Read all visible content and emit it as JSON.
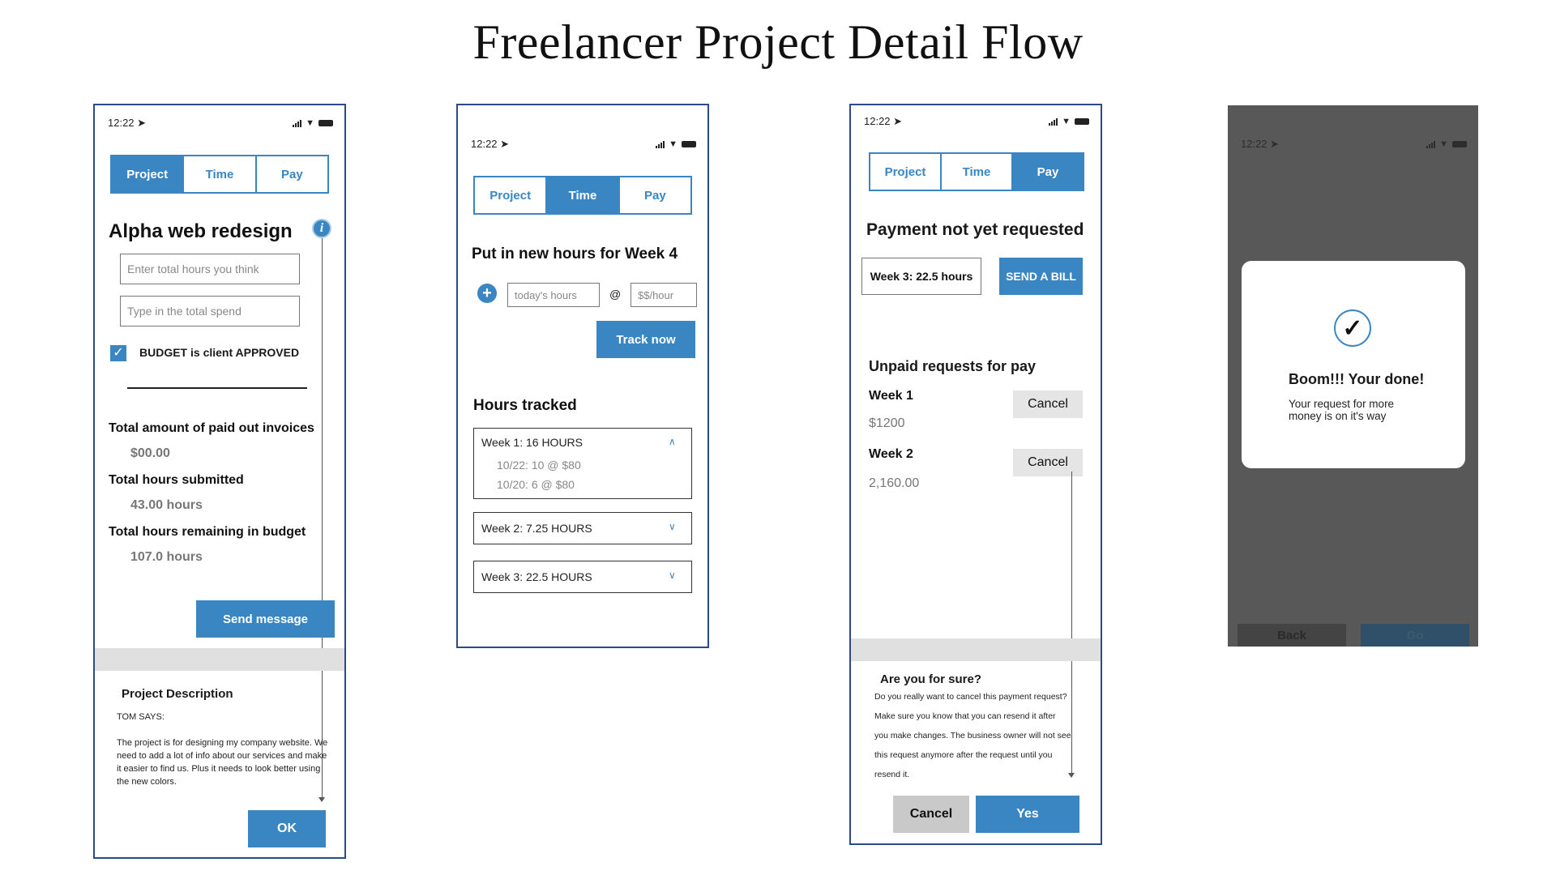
{
  "title": "Freelancer Project Detail Flow",
  "status": {
    "time": "12:22 ➤"
  },
  "tabs": {
    "project": "Project",
    "time": "Time",
    "pay": "Pay"
  },
  "screen1": {
    "heading": "Alpha web redesign",
    "info_icon": "i",
    "hours_placeholder": "Enter total hours you think",
    "spend_placeholder": "Type in the total spend",
    "budget_label": "BUDGET is client APPROVED",
    "checkbox_mark": "✓",
    "paid_label": "Total amount of paid out invoices",
    "paid_value": "$00.00",
    "submitted_label": "Total hours submitted",
    "submitted_value": "43.00 hours",
    "remaining_label": "Total hours remaining in budget",
    "remaining_value": "107.0 hours",
    "send_message": "Send message",
    "desc_title": "Project Description",
    "desc_author": "TOM SAYS:",
    "desc_text": "The project is for designing my company website. We need to add a lot of info about our services and make it easier to find us. Plus it needs to look better using the new colors.",
    "ok": "OK"
  },
  "screen2": {
    "heading": "Put in new hours for Week 4",
    "plus_icon": "+",
    "hours_placeholder": "today's hours",
    "at": "@",
    "rate_placeholder": "$$/hour",
    "track_now": "Track now",
    "tracked_heading": "Hours tracked",
    "weeks": [
      {
        "label": "Week 1: 16 HOURS",
        "chevron": "∧",
        "entries": [
          "10/22: 10 @ $80",
          "10/20: 6 @ $80"
        ]
      },
      {
        "label": "Week 2: 7.25 HOURS",
        "chevron": "∨"
      },
      {
        "label": "Week 3: 22.5 HOURS",
        "chevron": "∨"
      }
    ]
  },
  "screen3": {
    "heading": "Payment not yet requested",
    "week_hours": "Week 3: 22.5 hours",
    "send_bill": "SEND A BILL",
    "unpaid_heading": "Unpaid requests for pay",
    "requests": [
      {
        "week": "Week 1",
        "amount": "$1200",
        "cancel": "Cancel"
      },
      {
        "week": "Week 2",
        "amount": "2,160.00",
        "cancel": "Cancel"
      }
    ],
    "confirm_title": "Are you for sure?",
    "confirm_lines": [
      "Do you really want to cancel this payment request?",
      "Make sure you know that you can resend it after",
      "you make changes. The business owner will not see",
      "this request anymore after the request until you",
      "resend it."
    ],
    "confirm_cancel": "Cancel",
    "confirm_yes": "Yes"
  },
  "screen4": {
    "check": "✓",
    "heading": "Boom!!! Your done!",
    "message": "Your request for more money is on it's way",
    "back": "Back",
    "go": "Go"
  },
  "colors": {
    "accent": "#3a86c3",
    "frame": "#2c4a8a",
    "overlay": "#585858"
  }
}
